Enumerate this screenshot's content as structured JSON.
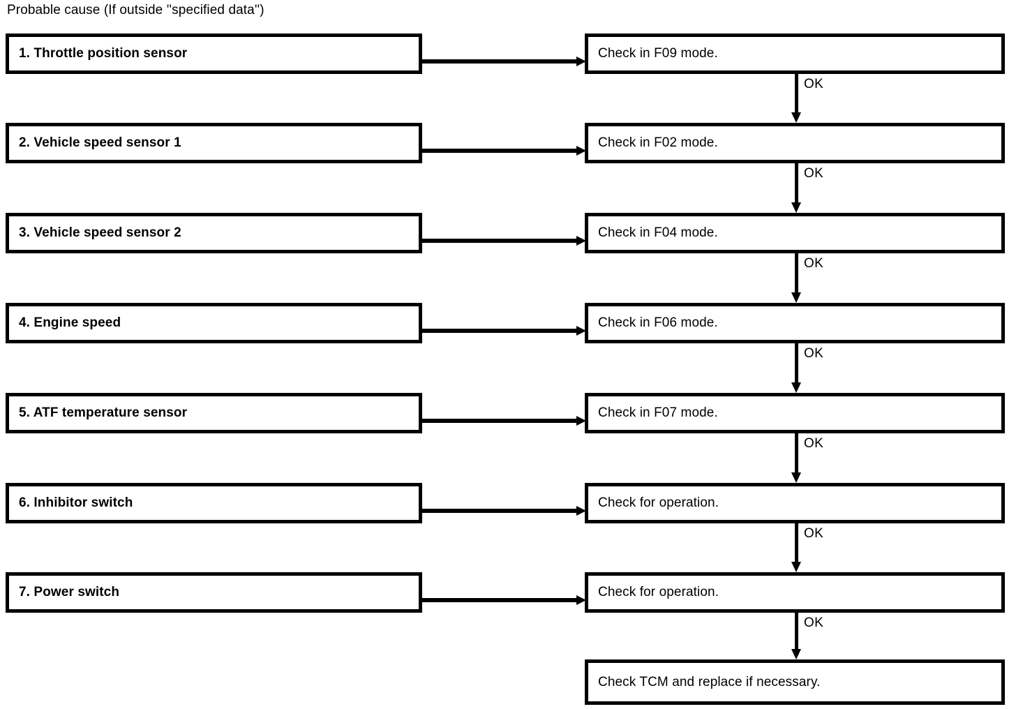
{
  "caption": "Probable cause (If outside ''specified data'')",
  "layout": {
    "ok_label": "OK"
  },
  "rows": [
    {
      "cause": "1. Throttle position sensor",
      "check": "Check in F09 mode."
    },
    {
      "cause": "2. Vehicle speed sensor 1",
      "check": "Check in F02 mode."
    },
    {
      "cause": "3. Vehicle speed sensor 2",
      "check": "Check in F04 mode."
    },
    {
      "cause": "4. Engine speed",
      "check": "Check in F06 mode."
    },
    {
      "cause": "5. ATF temperature sensor",
      "check": "Check in F07 mode."
    },
    {
      "cause": "6. Inhibitor switch",
      "check": "Check for operation."
    },
    {
      "cause": "7. Power switch",
      "check": "Check for operation."
    }
  ],
  "terminal": "Check TCM and replace if necessary.",
  "ok_labels": [
    "OK",
    "OK",
    "OK",
    "OK",
    "OK",
    "OK",
    "OK"
  ],
  "colors": {
    "stroke": "#000000",
    "background": "#ffffff",
    "text": "#000000"
  }
}
